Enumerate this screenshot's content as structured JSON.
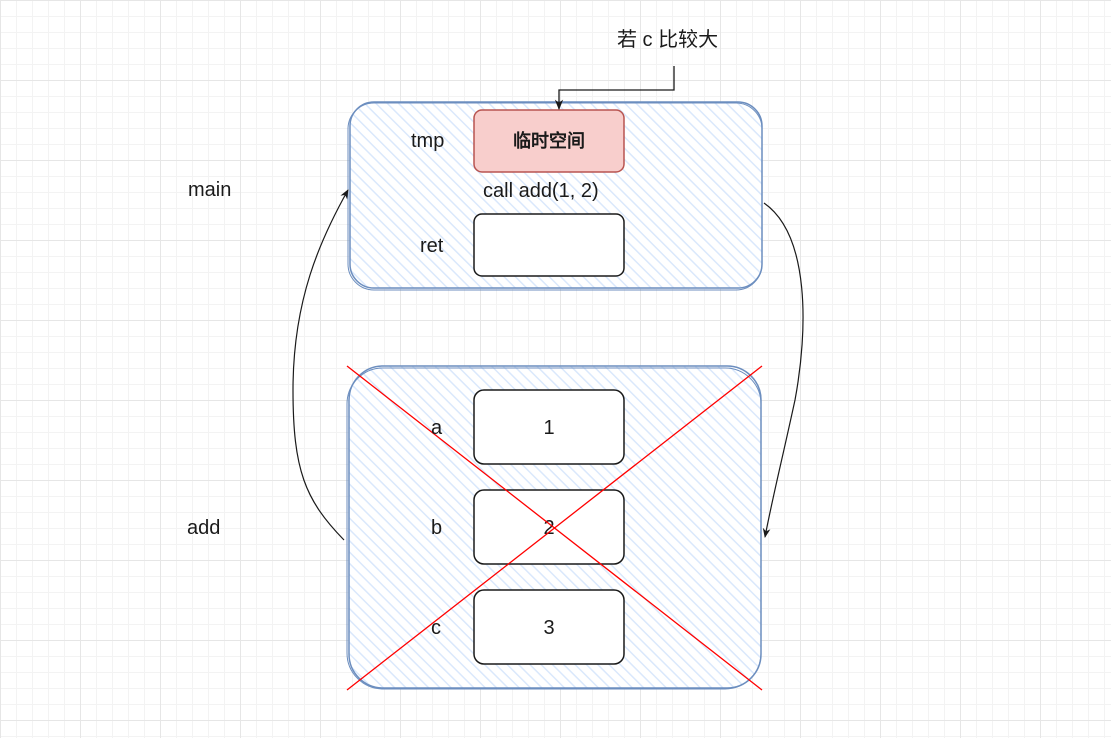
{
  "annotation": {
    "text": "若 c 比较大"
  },
  "main_frame": {
    "name": "main",
    "tmp_label": "tmp",
    "temp_cell_text": "临时空间",
    "call_text": "call add(1, 2)",
    "ret_label": "ret",
    "ret_value": ""
  },
  "add_frame": {
    "name": "add",
    "vars": [
      {
        "label": "a",
        "value": "1"
      },
      {
        "label": "b",
        "value": "2"
      },
      {
        "label": "c",
        "value": "3"
      }
    ]
  },
  "colors": {
    "frame_stroke": "#6c8ebf",
    "frame_fill": "#dae8fc",
    "temp_fill": "#f8cecc",
    "temp_stroke": "#b85450",
    "cross": "#ff0000"
  }
}
